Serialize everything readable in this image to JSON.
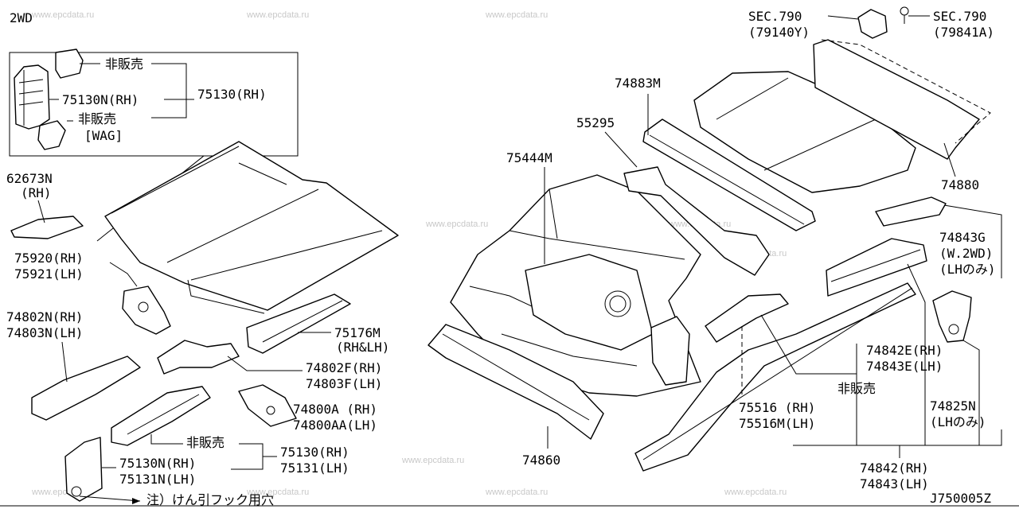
{
  "drawing_code": "2WD",
  "reference_number": "J750005Z",
  "watermark": "www.epcdata.ru",
  "inset": {
    "not_for_sale_top": "非販売",
    "part_rh": "75130N(RH)",
    "part_main": "75130(RH)",
    "not_for_sale_bottom": "非販売",
    "wag_note": "[WAG]"
  },
  "labels": {
    "p62673n": "62673N",
    "p62673n_side": "(RH)",
    "p75920": "75920(RH)",
    "p75921": "75921(LH)",
    "p74802n": "74802N(RH)",
    "p74803n": "74803N(LH)",
    "p75176m": "75176M",
    "p75176m_side": "(RH&LH)",
    "p74802f": "74802F(RH)",
    "p74803f": "74803F(LH)",
    "p74800a": "74800A (RH)",
    "p74800aa": "74800AA(LH)",
    "not_for_sale_mid": "非販売",
    "p75130": "75130(RH)",
    "p75131": "75131(LH)",
    "p75130n": "75130N(RH)",
    "p75131n": "75131N(LH)",
    "tow_hook_note": "注）けん引フック用穴",
    "p75444m": "75444M",
    "p55295": "55295",
    "p74883m": "74883M",
    "sec790_left": "SEC.790",
    "sec790_left_sub": "(79140Y)",
    "sec790_right": "SEC.790",
    "sec790_right_sub": "(79841A)",
    "p74880": "74880",
    "p74843g": "74843G",
    "p74843g_note": "(W.2WD)",
    "p74843g_side": "(LHのみ)",
    "p74842e": "74842E(RH)",
    "p74843e": "74843E(LH)",
    "not_for_sale_right": "非販売",
    "p75516": "75516 (RH)",
    "p75516m": "75516M(LH)",
    "p74825n": "74825N",
    "p74825n_side": "(LHのみ)",
    "p74842": "74842(RH)",
    "p74843": "74843(LH)",
    "p74860": "74860"
  }
}
